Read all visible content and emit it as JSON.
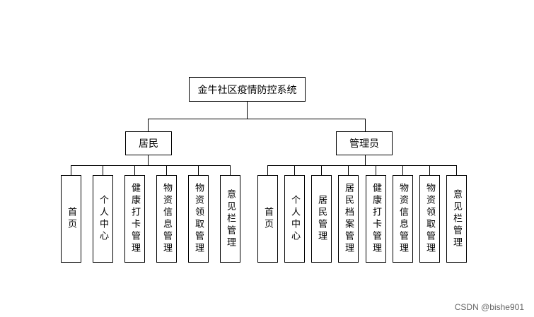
{
  "root": {
    "label": "金牛社区疫情防控系统"
  },
  "roles": [
    {
      "label": "居民",
      "children": [
        "首页",
        "个人中心",
        "健康打卡管理",
        "物资信息管理",
        "物资领取管理",
        "意见栏管理"
      ]
    },
    {
      "label": "管理员",
      "children": [
        "首页",
        "个人中心",
        "居民管理",
        "居民档案管理",
        "健康打卡管理",
        "物资信息管理",
        "物资领取管理",
        "意见栏管理"
      ]
    }
  ],
  "watermark": "CSDN @bishe901",
  "colors": {
    "line": "#000000",
    "background": "#ffffff",
    "watermark": "#666666"
  }
}
